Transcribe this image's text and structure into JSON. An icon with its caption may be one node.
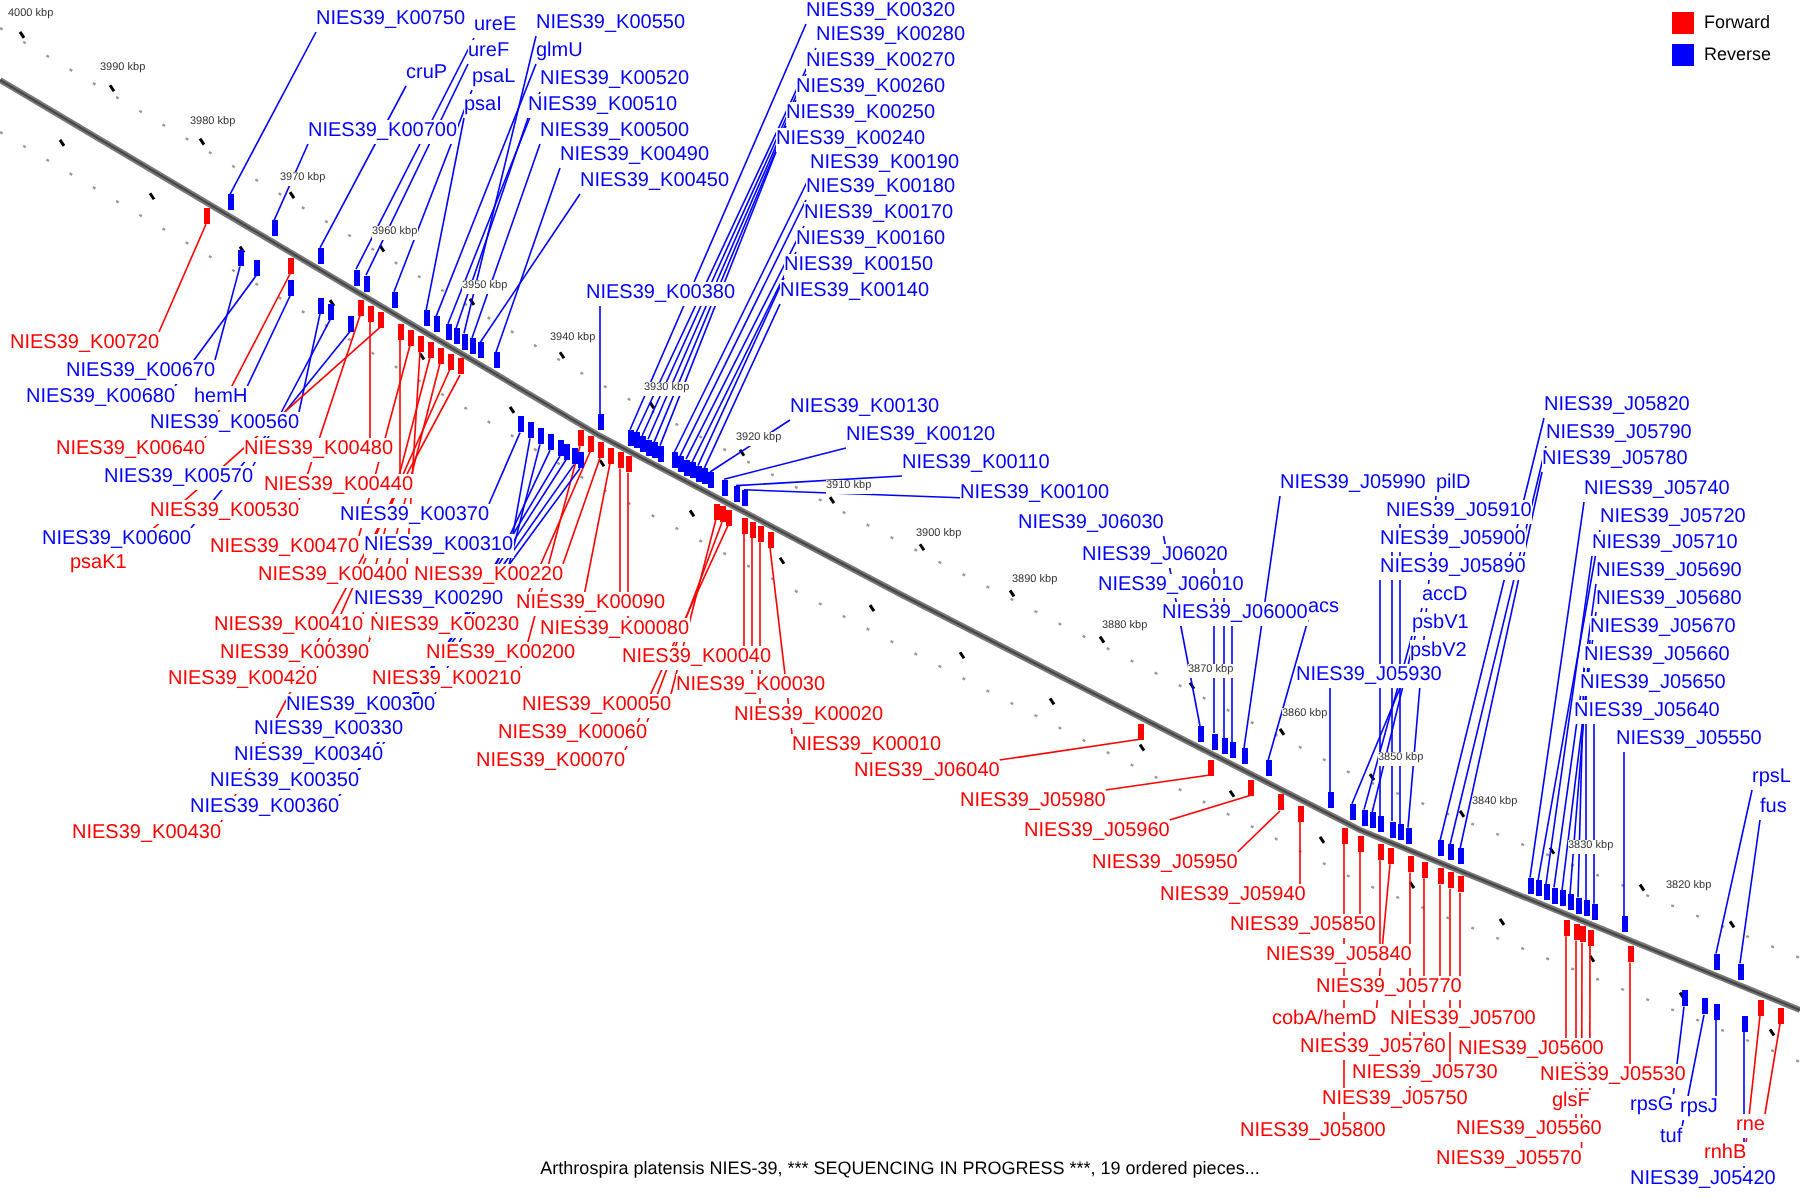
{
  "diagram": {
    "caption": "Arthrospira platensis NIES-39, *** SEQUENCING IN PROGRESS ***, 19 ordered pieces...",
    "nodes": [
      {
        "text": [
          "NIES39_K00750"
        ]
      },
      {
        "text": [
          "ureE"
        ]
      },
      {
        "text": [
          "NIES39_K00550"
        ]
      },
      {
        "text": [
          "ureF"
        ]
      },
      {
        "text": [
          "glmU"
        ]
      },
      {
        "text": [
          "cruP"
        ]
      },
      {
        "text": [
          "psaL"
        ]
      },
      {
        "text": [
          "NIES39_K00520"
        ]
      },
      {
        "text": [
          "NIES39_K00510"
        ]
      },
      {
        "text": [
          "psaI"
        ]
      },
      {
        "text": [
          "NIES39_K00500"
        ]
      },
      {
        "text": [
          "NIES39_K00490"
        ]
      },
      {
        "text": [
          "NIES39_K00700"
        ]
      },
      {
        "text": [
          "NIES39_K00450"
        ]
      },
      {
        "text": [
          "NIES39_K00380"
        ]
      },
      {
        "text": [
          "NIES39_K00320"
        ]
      },
      {
        "text": [
          "NIES39_K00280"
        ]
      },
      {
        "text": [
          "NIES39_K00270"
        ]
      },
      {
        "text": [
          "NIES39_K00260"
        ]
      },
      {
        "text": [
          "NIES39_K00250"
        ]
      },
      {
        "text": [
          "NIES39_K00240"
        ]
      },
      {
        "text": [
          "NIES39_K00190"
        ]
      },
      {
        "text": [
          "NIES39_K00180"
        ]
      },
      {
        "text": [
          "NIES39_K00170"
        ]
      },
      {
        "text": [
          "NIES39_K00160"
        ]
      },
      {
        "text": [
          "NIES39_K00150"
        ]
      },
      {
        "text": [
          "NIES39_K00140"
        ]
      },
      {
        "text": [
          "NIES39_K00130"
        ]
      },
      {
        "text": [
          "NIES39_K00120"
        ]
      },
      {
        "text": [
          "NIES39_K00110"
        ]
      },
      {
        "text": [
          "NIES39_K00100"
        ]
      },
      {
        "text": [
          "NIES39_J06030"
        ]
      },
      {
        "text": [
          "NIES39_J06020"
        ]
      },
      {
        "text": [
          "NIES39_J06010"
        ]
      },
      {
        "text": [
          "NIES39_J06000"
        ]
      },
      {
        "text": [
          "acs"
        ]
      },
      {
        "text": [
          "NIES39_J05990"
        ]
      },
      {
        "text": [
          "pilD"
        ]
      },
      {
        "text": [
          "NIES39_J05910"
        ]
      },
      {
        "text": [
          "NIES39_J05900"
        ]
      },
      {
        "text": [
          "NIES39_J05890"
        ]
      },
      {
        "text": [
          "accD"
        ]
      },
      {
        "text": [
          "psbV1"
        ]
      },
      {
        "text": [
          "psbV2"
        ]
      },
      {
        "text": [
          "NIES39_J05930"
        ]
      },
      {
        "text": [
          "NIES39_J05820"
        ]
      },
      {
        "text": [
          "NIES39_J05790"
        ]
      },
      {
        "text": [
          "NIES39_J05780"
        ]
      },
      {
        "text": [
          "NIES39_J05740"
        ]
      },
      {
        "text": [
          "NIES39_J05720"
        ]
      },
      {
        "text": [
          "NIES39_J05710"
        ]
      },
      {
        "text": [
          "NIES39_J05690"
        ]
      },
      {
        "text": [
          "NIES39_J05680"
        ]
      },
      {
        "text": [
          "NIES39_J05670"
        ]
      },
      {
        "text": [
          "NIES39_J05660"
        ]
      },
      {
        "text": [
          "NIES39_J05650"
        ]
      },
      {
        "text": [
          "NIES39_J05640"
        ]
      },
      {
        "text": [
          "NIES39_J05550"
        ]
      },
      {
        "text": [
          "rpsL"
        ]
      },
      {
        "text": [
          "fus"
        ]
      },
      {
        "text": [
          "NIES39_K00720"
        ]
      },
      {
        "text": [
          "NIES39_K00670"
        ]
      },
      {
        "text": [
          "NIES39_K00680"
        ]
      },
      {
        "text": [
          "hemH"
        ]
      },
      {
        "text": [
          "NIES39_K00560"
        ]
      },
      {
        "text": [
          "NIES39_K00640"
        ]
      },
      {
        "text": [
          "NIES39_K00480"
        ]
      },
      {
        "text": [
          "NIES39_K00570"
        ]
      },
      {
        "text": [
          "NIES39_K00440"
        ]
      },
      {
        "text": [
          "NIES39_K00530"
        ]
      },
      {
        "text": [
          "NIES39_K00370"
        ]
      },
      {
        "text": [
          "NIES39_K00600"
        ]
      },
      {
        "text": [
          "psaK1"
        ]
      },
      {
        "text": [
          "NIES39_K00470"
        ]
      },
      {
        "text": [
          "NIES39_K00310"
        ]
      },
      {
        "text": [
          "NIES39_K00400"
        ]
      },
      {
        "text": [
          "NIES39_K00220"
        ]
      },
      {
        "text": [
          "NIES39_K00290"
        ]
      },
      {
        "text": [
          "NIES39_K00410"
        ]
      },
      {
        "text": [
          "NIES39_K00230"
        ]
      },
      {
        "text": [
          "NIES39_K00390"
        ]
      },
      {
        "text": [
          "NIES39_K00200"
        ]
      },
      {
        "text": [
          "NIES39_K00420"
        ]
      },
      {
        "text": [
          "NIES39_K00210"
        ]
      },
      {
        "text": [
          "NIES39_K00300"
        ]
      },
      {
        "text": [
          "NIES39_K00330"
        ]
      },
      {
        "text": [
          "NIES39_K00340"
        ]
      },
      {
        "text": [
          "NIES39_K00350"
        ]
      },
      {
        "text": [
          "NIES39_K00360"
        ]
      },
      {
        "text": [
          "NIES39_K00430"
        ]
      },
      {
        "text": [
          "NIES39_K00090"
        ]
      },
      {
        "text": [
          "NIES39_K00080"
        ]
      },
      {
        "text": [
          "NIES39_K00040"
        ]
      },
      {
        "text": [
          "NIES39_K00030"
        ]
      },
      {
        "text": [
          "NIES39_K00050"
        ]
      },
      {
        "text": [
          "NIES39_K00060"
        ]
      },
      {
        "text": [
          "NIES39_K00020"
        ]
      },
      {
        "text": [
          "NIES39_K00070"
        ]
      },
      {
        "text": [
          "NIES39_K00010"
        ]
      },
      {
        "text": [
          "NIES39_J06040"
        ]
      },
      {
        "text": [
          "NIES39_J05980"
        ]
      },
      {
        "text": [
          "NIES39_J05960"
        ]
      },
      {
        "text": [
          "NIES39_J05950"
        ]
      },
      {
        "text": [
          "NIES39_J05940"
        ]
      },
      {
        "text": [
          "NIES39_J05850"
        ]
      },
      {
        "text": [
          "NIES39_J05840"
        ]
      },
      {
        "text": [
          "NIES39_J05770"
        ]
      },
      {
        "text": [
          "cobA/hemD"
        ]
      },
      {
        "text": [
          "NIES39_J05700"
        ]
      },
      {
        "text": [
          "NIES39_J05760"
        ]
      },
      {
        "text": [
          "NIES39_J05600"
        ]
      },
      {
        "text": [
          "NIES39_J05730"
        ]
      },
      {
        "text": [
          "NIES39_J05530"
        ]
      },
      {
        "text": [
          "NIES39_J05750"
        ]
      },
      {
        "text": [
          "glsF"
        ]
      },
      {
        "text": [
          "NIES39_J05560"
        ]
      },
      {
        "text": [
          "NIES39_J05800"
        ]
      },
      {
        "text": [
          "NIES39_J05570"
        ]
      },
      {
        "text": [
          "rne"
        ]
      },
      {
        "text": [
          "rnhB"
        ]
      },
      {
        "text": [
          "rpsG"
        ]
      },
      {
        "text": [
          "rpsJ"
        ]
      },
      {
        "text": [
          "tuf"
        ]
      },
      {
        "text": [
          "NIES39_J05420"
        ]
      },
      {
        "text": [],
        "shape": "box"
      },
      {
        "text": [],
        "shape": "box"
      },
      {
        "text": [],
        "shape": "box"
      },
      {
        "text": [],
        "shape": "box"
      },
      {
        "text": [],
        "shape": "box"
      },
      {
        "text": [],
        "shape": "box"
      },
      {
        "text": [],
        "shape": "box"
      },
      {
        "text": [],
        "shape": "box"
      },
      {
        "text": [],
        "shape": "box"
      },
      {
        "text": [],
        "shape": "box"
      },
      {
        "text": [],
        "shape": "box"
      },
      {
        "text": [],
        "shape": "box"
      },
      {
        "text": [],
        "shape": "box"
      },
      {
        "text": [],
        "shape": "box"
      },
      {
        "text": [],
        "shape": "box"
      },
      {
        "text": [],
        "shape": "box"
      },
      {
        "text": [],
        "shape": "box"
      },
      {
        "text": [],
        "shape": "box"
      },
      {
        "text": [],
        "shape": "box"
      },
      {
        "text": [],
        "shape": "box"
      },
      {
        "text": [],
        "shape": "box"
      },
      {
        "text": [],
        "shape": "box"
      },
      {
        "text": [],
        "shape": "box"
      },
      {
        "text": [],
        "shape": "box"
      },
      {
        "text": [],
        "shape": "box"
      },
      {
        "text": [],
        "shape": "box"
      },
      {
        "text": [],
        "shape": "box"
      },
      {
        "text": [],
        "shape": "box"
      },
      {
        "text": [],
        "shape": "box"
      },
      {
        "text": [],
        "shape": "box"
      },
      {
        "text": [],
        "shape": "box"
      },
      {
        "text": [],
        "shape": "box"
      },
      {
        "text": [],
        "shape": "box"
      },
      {
        "text": [],
        "shape": "box"
      },
      {
        "text": [],
        "shape": "box"
      },
      {
        "text": [],
        "shape": "box"
      },
      {
        "text": [],
        "shape": "box"
      },
      {
        "text": [],
        "shape": "box"
      },
      {
        "text": [],
        "shape": "box"
      },
      {
        "text": [],
        "shape": "box"
      },
      {
        "text": [],
        "shape": "box"
      },
      {
        "text": [],
        "shape": "box"
      },
      {
        "text": [],
        "shape": "box"
      },
      {
        "text": [],
        "shape": "box"
      },
      {
        "text": [],
        "shape": "box"
      },
      {
        "text": [],
        "shape": "box"
      },
      {
        "text": [],
        "shape": "box"
      },
      {
        "text": [],
        "shape": "box"
      },
      {
        "text": [],
        "shape": "box"
      },
      {
        "text": [],
        "shape": "box"
      },
      {
        "text": [],
        "shape": "box"
      },
      {
        "text": [],
        "shape": "box"
      },
      {
        "text": [],
        "shape": "box"
      },
      {
        "text": [],
        "shape": "box"
      },
      {
        "text": [],
        "shape": "box"
      },
      {
        "text": [],
        "shape": "box"
      },
      {
        "text": [],
        "shape": "box"
      },
      {
        "text": [],
        "shape": "box"
      },
      {
        "text": [],
        "shape": "box"
      },
      {
        "text": [],
        "shape": "box"
      },
      {
        "text": [],
        "shape": "box"
      },
      {
        "text": [],
        "shape": "box"
      },
      {
        "text": [],
        "shape": "box"
      },
      {
        "text": [],
        "shape": "box"
      },
      {
        "text": [],
        "shape": "box"
      },
      {
        "text": [],
        "shape": "box"
      },
      {
        "text": [],
        "shape": "box"
      },
      {
        "text": [],
        "shape": "box"
      },
      {
        "text": [],
        "shape": "box"
      },
      {
        "text": [],
        "shape": "box"
      },
      {
        "text": [],
        "shape": "box"
      },
      {
        "text": [],
        "shape": "box"
      },
      {
        "text": [],
        "shape": "box"
      },
      {
        "text": [],
        "shape": "box"
      },
      {
        "text": [],
        "shape": "box"
      },
      {
        "text": [],
        "shape": "box"
      },
      {
        "text": [],
        "shape": "box"
      },
      {
        "text": [],
        "shape": "box"
      },
      {
        "text": [],
        "shape": "box"
      },
      {
        "text": [],
        "shape": "box"
      },
      {
        "text": [],
        "shape": "box"
      },
      {
        "text": [],
        "shape": "box"
      },
      {
        "text": [],
        "shape": "box"
      },
      {
        "text": [],
        "shape": "box"
      },
      {
        "text": [],
        "shape": "box"
      },
      {
        "text": [],
        "shape": "box"
      },
      {
        "text": [],
        "shape": "box"
      },
      {
        "text": [],
        "shape": "box"
      },
      {
        "text": [],
        "shape": "box"
      },
      {
        "text": [],
        "shape": "box"
      },
      {
        "text": [],
        "shape": "box"
      },
      {
        "text": [],
        "shape": "box"
      },
      {
        "text": [],
        "shape": "box"
      },
      {
        "text": [],
        "shape": "box"
      },
      {
        "text": [],
        "shape": "box"
      },
      {
        "text": [],
        "shape": "box"
      },
      {
        "text": [],
        "shape": "box"
      },
      {
        "text": [],
        "shape": "box"
      },
      {
        "text": [],
        "shape": "box"
      },
      {
        "text": [],
        "shape": "box"
      },
      {
        "text": [],
        "shape": "box"
      },
      {
        "text": [],
        "shape": "box"
      },
      {
        "text": [],
        "shape": "box"
      },
      {
        "text": [],
        "shape": "box"
      },
      {
        "text": [],
        "shape": "box"
      },
      {
        "text": [],
        "shape": "box"
      },
      {
        "text": [],
        "shape": "box"
      },
      {
        "text": [],
        "shape": "box"
      },
      {
        "text": [],
        "shape": "box"
      },
      {
        "text": [],
        "shape": "box"
      },
      {
        "text": [],
        "shape": "box"
      },
      {
        "text": [],
        "shape": "box"
      },
      {
        "text": [],
        "shape": "box"
      },
      {
        "text": [],
        "shape": "box"
      },
      {
        "text": [],
        "shape": "box"
      },
      {
        "text": [],
        "shape": "box"
      },
      {
        "text": [],
        "shape": "box"
      },
      {
        "text": [],
        "shape": "box"
      },
      {
        "text": [],
        "shape": "box"
      },
      {
        "text": [],
        "shape": "box"
      },
      {
        "text": [],
        "shape": "box"
      },
      {
        "text": [],
        "shape": "box"
      },
      {
        "text": [],
        "shape": "box"
      },
      {
        "text": [],
        "shape": "box"
      }
    ],
    "edges": [
      {
        "from": 0,
        "to": 124,
        "arrow": "none",
        "color": "#0000ff"
      },
      {
        "from": 1,
        "to": 125,
        "arrow": "none",
        "color": "#0000ff"
      },
      {
        "from": 2,
        "to": 126,
        "arrow": "none",
        "color": "#0000ff"
      },
      {
        "from": 3,
        "to": 127,
        "arrow": "none",
        "color": "#0000ff"
      },
      {
        "from": 4,
        "to": 128,
        "arrow": "none",
        "color": "#0000ff"
      },
      {
        "from": 5,
        "to": 129,
        "arrow": "none",
        "color": "#0000ff"
      },
      {
        "from": 6,
        "to": 130,
        "arrow": "none",
        "color": "#0000ff"
      },
      {
        "from": 7,
        "to": 131,
        "arrow": "none",
        "color": "#0000ff"
      },
      {
        "from": 8,
        "to": 132,
        "arrow": "none",
        "color": "#0000ff"
      },
      {
        "from": 9,
        "to": 133,
        "arrow": "none",
        "color": "#0000ff"
      },
      {
        "from": 10,
        "to": 134,
        "arrow": "none",
        "color": "#0000ff"
      },
      {
        "from": 11,
        "to": 135,
        "arrow": "none",
        "color": "#0000ff"
      },
      {
        "from": 12,
        "to": 136,
        "arrow": "none",
        "color": "#0000ff"
      },
      {
        "from": 13,
        "to": 137,
        "arrow": "none",
        "color": "#0000ff"
      },
      {
        "from": 14,
        "to": 138,
        "arrow": "none",
        "color": "#0000ff"
      },
      {
        "from": 15,
        "to": 139,
        "arrow": "none",
        "color": "#0000ff"
      },
      {
        "from": 16,
        "to": 140,
        "arrow": "none",
        "color": "#0000ff"
      },
      {
        "from": 17,
        "to": 141,
        "arrow": "none",
        "color": "#0000ff"
      },
      {
        "from": 18,
        "to": 142,
        "arrow": "none",
        "color": "#0000ff"
      },
      {
        "from": 19,
        "to": 143,
        "arrow": "none",
        "color": "#0000ff"
      },
      {
        "from": 20,
        "to": 144,
        "arrow": "none",
        "color": "#0000ff"
      },
      {
        "from": 21,
        "to": 145,
        "arrow": "none",
        "color": "#0000ff"
      },
      {
        "from": 22,
        "to": 146,
        "arrow": "none",
        "color": "#0000ff"
      },
      {
        "from": 23,
        "to": 147,
        "arrow": "none",
        "color": "#0000ff"
      },
      {
        "from": 24,
        "to": 148,
        "arrow": "none",
        "color": "#0000ff"
      },
      {
        "from": 25,
        "to": 149,
        "arrow": "none",
        "color": "#0000ff"
      },
      {
        "from": 26,
        "to": 150,
        "arrow": "none",
        "color": "#0000ff"
      },
      {
        "from": 27,
        "to": 151,
        "arrow": "none",
        "color": "#0000ff"
      },
      {
        "from": 28,
        "to": 152,
        "arrow": "none",
        "color": "#0000ff"
      },
      {
        "from": 29,
        "to": 153,
        "arrow": "none",
        "color": "#0000ff"
      },
      {
        "from": 30,
        "to": 154,
        "arrow": "none",
        "color": "#0000ff"
      },
      {
        "from": 31,
        "to": 155,
        "arrow": "none",
        "color": "#0000ff"
      },
      {
        "from": 32,
        "to": 156,
        "arrow": "none",
        "color": "#0000ff"
      },
      {
        "from": 33,
        "to": 157,
        "arrow": "none",
        "color": "#0000ff"
      },
      {
        "from": 34,
        "to": 158,
        "arrow": "none",
        "color": "#0000ff"
      },
      {
        "from": 35,
        "to": 159,
        "arrow": "none",
        "color": "#0000ff"
      },
      {
        "from": 36,
        "to": 160,
        "arrow": "none",
        "color": "#0000ff"
      },
      {
        "from": 37,
        "to": 161,
        "arrow": "none",
        "color": "#0000ff"
      },
      {
        "from": 38,
        "to": 162,
        "arrow": "none",
        "color": "#0000ff"
      },
      {
        "from": 39,
        "to": 163,
        "arrow": "none",
        "color": "#0000ff"
      },
      {
        "from": 40,
        "to": 164,
        "arrow": "none",
        "color": "#0000ff"
      },
      {
        "from": 41,
        "to": 165,
        "arrow": "none",
        "color": "#0000ff"
      },
      {
        "from": 42,
        "to": 166,
        "arrow": "none",
        "color": "#0000ff"
      },
      {
        "from": 43,
        "to": 167,
        "arrow": "none",
        "color": "#0000ff"
      },
      {
        "from": 44,
        "to": 168,
        "arrow": "none",
        "color": "#0000ff"
      },
      {
        "from": 45,
        "to": 169,
        "arrow": "none",
        "color": "#0000ff"
      },
      {
        "from": 46,
        "to": 170,
        "arrow": "none",
        "color": "#0000ff"
      },
      {
        "from": 47,
        "to": 171,
        "arrow": "none",
        "color": "#0000ff"
      },
      {
        "from": 48,
        "to": 172,
        "arrow": "none",
        "color": "#0000ff"
      },
      {
        "from": 49,
        "to": 173,
        "arrow": "none",
        "color": "#0000ff"
      },
      {
        "from": 50,
        "to": 174,
        "arrow": "none",
        "color": "#0000ff"
      },
      {
        "from": 51,
        "to": 175,
        "arrow": "none",
        "color": "#0000ff"
      },
      {
        "from": 52,
        "to": 176,
        "arrow": "none",
        "color": "#0000ff"
      },
      {
        "from": 53,
        "to": 177,
        "arrow": "none",
        "color": "#0000ff"
      },
      {
        "from": 54,
        "to": 178,
        "arrow": "none",
        "color": "#0000ff"
      },
      {
        "from": 55,
        "to": 179,
        "arrow": "none",
        "color": "#0000ff"
      },
      {
        "from": 56,
        "to": 180,
        "arrow": "none",
        "color": "#0000ff"
      },
      {
        "from": 57,
        "to": 181,
        "arrow": "none",
        "color": "#0000ff"
      },
      {
        "from": 58,
        "to": 182,
        "arrow": "none",
        "color": "#0000ff"
      },
      {
        "from": 59,
        "to": 183,
        "arrow": "none",
        "color": "#0000ff"
      },
      {
        "from": 60,
        "to": 184,
        "arrow": "none",
        "color": "#ff0000"
      },
      {
        "from": 61,
        "to": 185,
        "arrow": "none",
        "color": "#0000ff"
      },
      {
        "from": 62,
        "to": 186,
        "arrow": "none",
        "color": "#0000ff"
      },
      {
        "from": 63,
        "to": 187,
        "arrow": "none",
        "color": "#0000ff"
      },
      {
        "from": 64,
        "to": 188,
        "arrow": "none",
        "color": "#0000ff"
      },
      {
        "from": 65,
        "to": 189,
        "arrow": "none",
        "color": "#ff0000"
      },
      {
        "from": 66,
        "to": 190,
        "arrow": "none",
        "color": "#ff0000"
      },
      {
        "from": 67,
        "to": 191,
        "arrow": "none",
        "color": "#0000ff"
      },
      {
        "from": 68,
        "to": 192,
        "arrow": "none",
        "color": "#ff0000"
      },
      {
        "from": 69,
        "to": 193,
        "arrow": "none",
        "color": "#ff0000"
      },
      {
        "from": 70,
        "to": 194,
        "arrow": "none",
        "color": "#0000ff"
      },
      {
        "from": 71,
        "to": 195,
        "arrow": "none",
        "color": "#0000ff"
      },
      {
        "from": 72,
        "to": 196,
        "arrow": "none",
        "color": "#ff0000"
      },
      {
        "from": 73,
        "to": 197,
        "arrow": "none",
        "color": "#ff0000"
      },
      {
        "from": 74,
        "to": 198,
        "arrow": "none",
        "color": "#0000ff"
      },
      {
        "from": 75,
        "to": 199,
        "arrow": "none",
        "color": "#ff0000"
      },
      {
        "from": 76,
        "to": 200,
        "arrow": "none",
        "color": "#ff0000"
      },
      {
        "from": 77,
        "to": 201,
        "arrow": "none",
        "color": "#0000ff"
      },
      {
        "from": 78,
        "to": 202,
        "arrow": "none",
        "color": "#ff0000"
      },
      {
        "from": 79,
        "to": 203,
        "arrow": "none",
        "color": "#ff0000"
      },
      {
        "from": 80,
        "to": 204,
        "arrow": "none",
        "color": "#ff0000"
      },
      {
        "from": 81,
        "to": 205,
        "arrow": "none",
        "color": "#ff0000"
      },
      {
        "from": 82,
        "to": 206,
        "arrow": "none",
        "color": "#ff0000"
      },
      {
        "from": 83,
        "to": 207,
        "arrow": "none",
        "color": "#ff0000"
      },
      {
        "from": 84,
        "to": 208,
        "arrow": "none",
        "color": "#0000ff"
      },
      {
        "from": 85,
        "to": 209,
        "arrow": "none",
        "color": "#0000ff"
      },
      {
        "from": 86,
        "to": 210,
        "arrow": "none",
        "color": "#0000ff"
      },
      {
        "from": 87,
        "to": 211,
        "arrow": "none",
        "color": "#0000ff"
      },
      {
        "from": 88,
        "to": 212,
        "arrow": "none",
        "color": "#0000ff"
      },
      {
        "from": 89,
        "to": 213,
        "arrow": "none",
        "color": "#ff0000"
      },
      {
        "from": 90,
        "to": 214,
        "arrow": "none",
        "color": "#ff0000"
      },
      {
        "from": 91,
        "to": 215,
        "arrow": "none",
        "color": "#ff0000"
      },
      {
        "from": 92,
        "to": 216,
        "arrow": "none",
        "color": "#ff0000"
      },
      {
        "from": 93,
        "to": 217,
        "arrow": "none",
        "color": "#ff0000"
      },
      {
        "from": 94,
        "to": 218,
        "arrow": "none",
        "color": "#ff0000"
      },
      {
        "from": 95,
        "to": 219,
        "arrow": "none",
        "color": "#ff0000"
      },
      {
        "from": 96,
        "to": 220,
        "arrow": "none",
        "color": "#ff0000"
      },
      {
        "from": 97,
        "to": 221,
        "arrow": "none",
        "color": "#ff0000"
      },
      {
        "from": 98,
        "to": 222,
        "arrow": "none",
        "color": "#ff0000"
      },
      {
        "from": 99,
        "to": 223,
        "arrow": "none",
        "color": "#ff0000"
      },
      {
        "from": 100,
        "to": 224,
        "arrow": "none",
        "color": "#ff0000"
      },
      {
        "from": 101,
        "to": 225,
        "arrow": "none",
        "color": "#ff0000"
      },
      {
        "from": 102,
        "to": 226,
        "arrow": "none",
        "color": "#ff0000"
      },
      {
        "from": 103,
        "to": 227,
        "arrow": "none",
        "color": "#ff0000"
      },
      {
        "from": 104,
        "to": 228,
        "arrow": "none",
        "color": "#ff0000"
      },
      {
        "from": 105,
        "to": 229,
        "arrow": "none",
        "color": "#ff0000"
      },
      {
        "from": 106,
        "to": 230,
        "arrow": "none",
        "color": "#ff0000"
      },
      {
        "from": 107,
        "to": 231,
        "arrow": "none",
        "color": "#ff0000"
      },
      {
        "from": 108,
        "to": 232,
        "arrow": "none",
        "color": "#ff0000"
      },
      {
        "from": 109,
        "to": 233,
        "arrow": "none",
        "color": "#ff0000"
      },
      {
        "from": 110,
        "to": 234,
        "arrow": "none",
        "color": "#ff0000"
      },
      {
        "from": 111,
        "to": 235,
        "arrow": "none",
        "color": "#ff0000"
      },
      {
        "from": 112,
        "to": 236,
        "arrow": "none",
        "color": "#ff0000"
      },
      {
        "from": 113,
        "to": 237,
        "arrow": "none",
        "color": "#ff0000"
      },
      {
        "from": 114,
        "to": 238,
        "arrow": "none",
        "color": "#ff0000"
      },
      {
        "from": 115,
        "to": 239,
        "arrow": "none",
        "color": "#ff0000"
      },
      {
        "from": 116,
        "to": 240,
        "arrow": "none",
        "color": "#ff0000"
      },
      {
        "from": 117,
        "to": 241,
        "arrow": "none",
        "color": "#ff0000"
      },
      {
        "from": 118,
        "to": 242,
        "arrow": "none",
        "color": "#ff0000"
      },
      {
        "from": 119,
        "to": 243,
        "arrow": "none",
        "color": "#ff0000"
      },
      {
        "from": 120,
        "to": 244,
        "arrow": "none",
        "color": "#0000ff"
      },
      {
        "from": 121,
        "to": 245,
        "arrow": "none",
        "color": "#0000ff"
      },
      {
        "from": 122,
        "to": 246,
        "arrow": "none",
        "color": "#0000ff"
      },
      {
        "from": 123,
        "to": 247,
        "arrow": "none",
        "color": "#0000ff"
      }
    ],
    "labels": [
      "4000 kbp",
      "3990 kbp",
      "3980 kbp",
      "3970 kbp",
      "3960 kbp",
      "3950 kbp",
      "3940 kbp",
      "3930 kbp",
      "3920 kbp",
      "3910 kbp",
      "3900 kbp",
      "3890 kbp",
      "3880 kbp",
      "3870 kbp",
      "3860 kbp",
      "3850 kbp",
      "3840 kbp",
      "3830 kbp",
      "3820 kbp"
    ],
    "legend": [
      {
        "text": "Forward",
        "color": "#ff0000"
      },
      {
        "text": "Reverse",
        "color": "#0000ff"
      }
    ]
  }
}
